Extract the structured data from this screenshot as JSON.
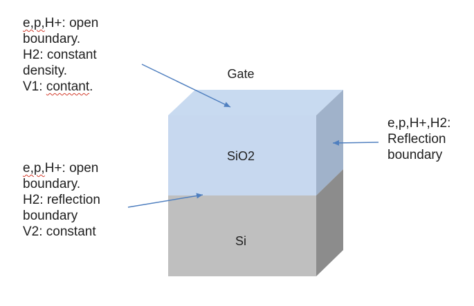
{
  "gate_label": "Gate",
  "oxide_label": "SiO2",
  "silicon_label": "Si",
  "top_note": {
    "line1_prefix": "e,p,",
    "line1_rest": "H+: open",
    "line2": "boundary.",
    "line3": "H2: constant",
    "line4": "density.",
    "line5_prefix": "V1: ",
    "line5_word": "contant",
    "line5_suffix": "."
  },
  "bottom_note": {
    "line1_prefix": "e,p,",
    "line1_rest": "H+: open",
    "line2": "boundary.",
    "line3": "H2: reflection",
    "line4": "boundary",
    "line5": "V2: constant"
  },
  "right_note": {
    "line1": "e,p,H+,H2:",
    "line2": "Reflection",
    "line3": "boundary"
  },
  "colors": {
    "oxide_front": "#c7d8ef",
    "oxide_top": "#c8daf0",
    "oxide_side": "#a0b2ca",
    "silicon_front": "#bfbfbf",
    "silicon_side": "#8c8c8c",
    "arrow": "#4f7fbf"
  }
}
